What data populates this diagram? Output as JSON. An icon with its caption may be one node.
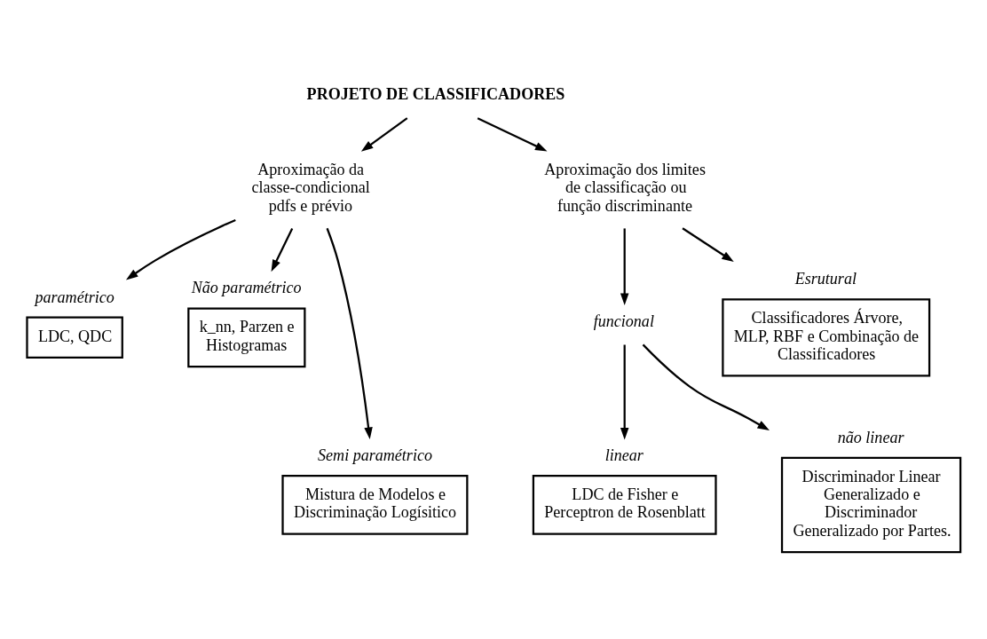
{
  "diagram": {
    "nodes": [
      {
        "text": [
          "PROJETO DE CLASSIFICADORES"
        ]
      },
      {
        "text": [
          "Aproximação da classe-condicional pdfs e prévio"
        ]
      },
      {
        "text": [
          "Aproximação dos limites de classificação ou função discriminante"
        ]
      },
      {
        "text": [
          "paramétrico",
          "LDC, QDC"
        ]
      },
      {
        "text": [
          "Não paramétrico",
          "k_nn, Parzen e Histogramas"
        ]
      },
      {
        "text": [
          "Semi paramétrico",
          "Mistura de Modelos e Discriminação Logísitico"
        ]
      },
      {
        "text": [
          "funcional"
        ]
      },
      {
        "text": [
          "Esrutural",
          "Classificadores Árvore, MLP, RBF e Combinação de Classificadores"
        ]
      },
      {
        "text": [
          "linear",
          "LDC de Fisher e Perceptron de Rosenblatt"
        ]
      },
      {
        "text": [
          "não linear",
          "Discriminador Linear Generalizado e Discriminador Generalizado por Partes."
        ]
      }
    ],
    "edges": [
      {
        "from": 0,
        "to": 1,
        "arrow": "to"
      },
      {
        "from": 0,
        "to": 2,
        "arrow": "to"
      },
      {
        "from": 1,
        "to": 3,
        "arrow": "to"
      },
      {
        "from": 1,
        "to": 5,
        "arrow": "to"
      },
      {
        "from": 1,
        "to": 4,
        "arrow": "to"
      },
      {
        "from": 2,
        "to": 6,
        "arrow": "to"
      },
      {
        "from": 2,
        "to": 7,
        "arrow": "to"
      },
      {
        "from": 6,
        "to": 8,
        "arrow": "to"
      },
      {
        "from": 6,
        "to": 9,
        "arrow": "to"
      }
    ]
  }
}
